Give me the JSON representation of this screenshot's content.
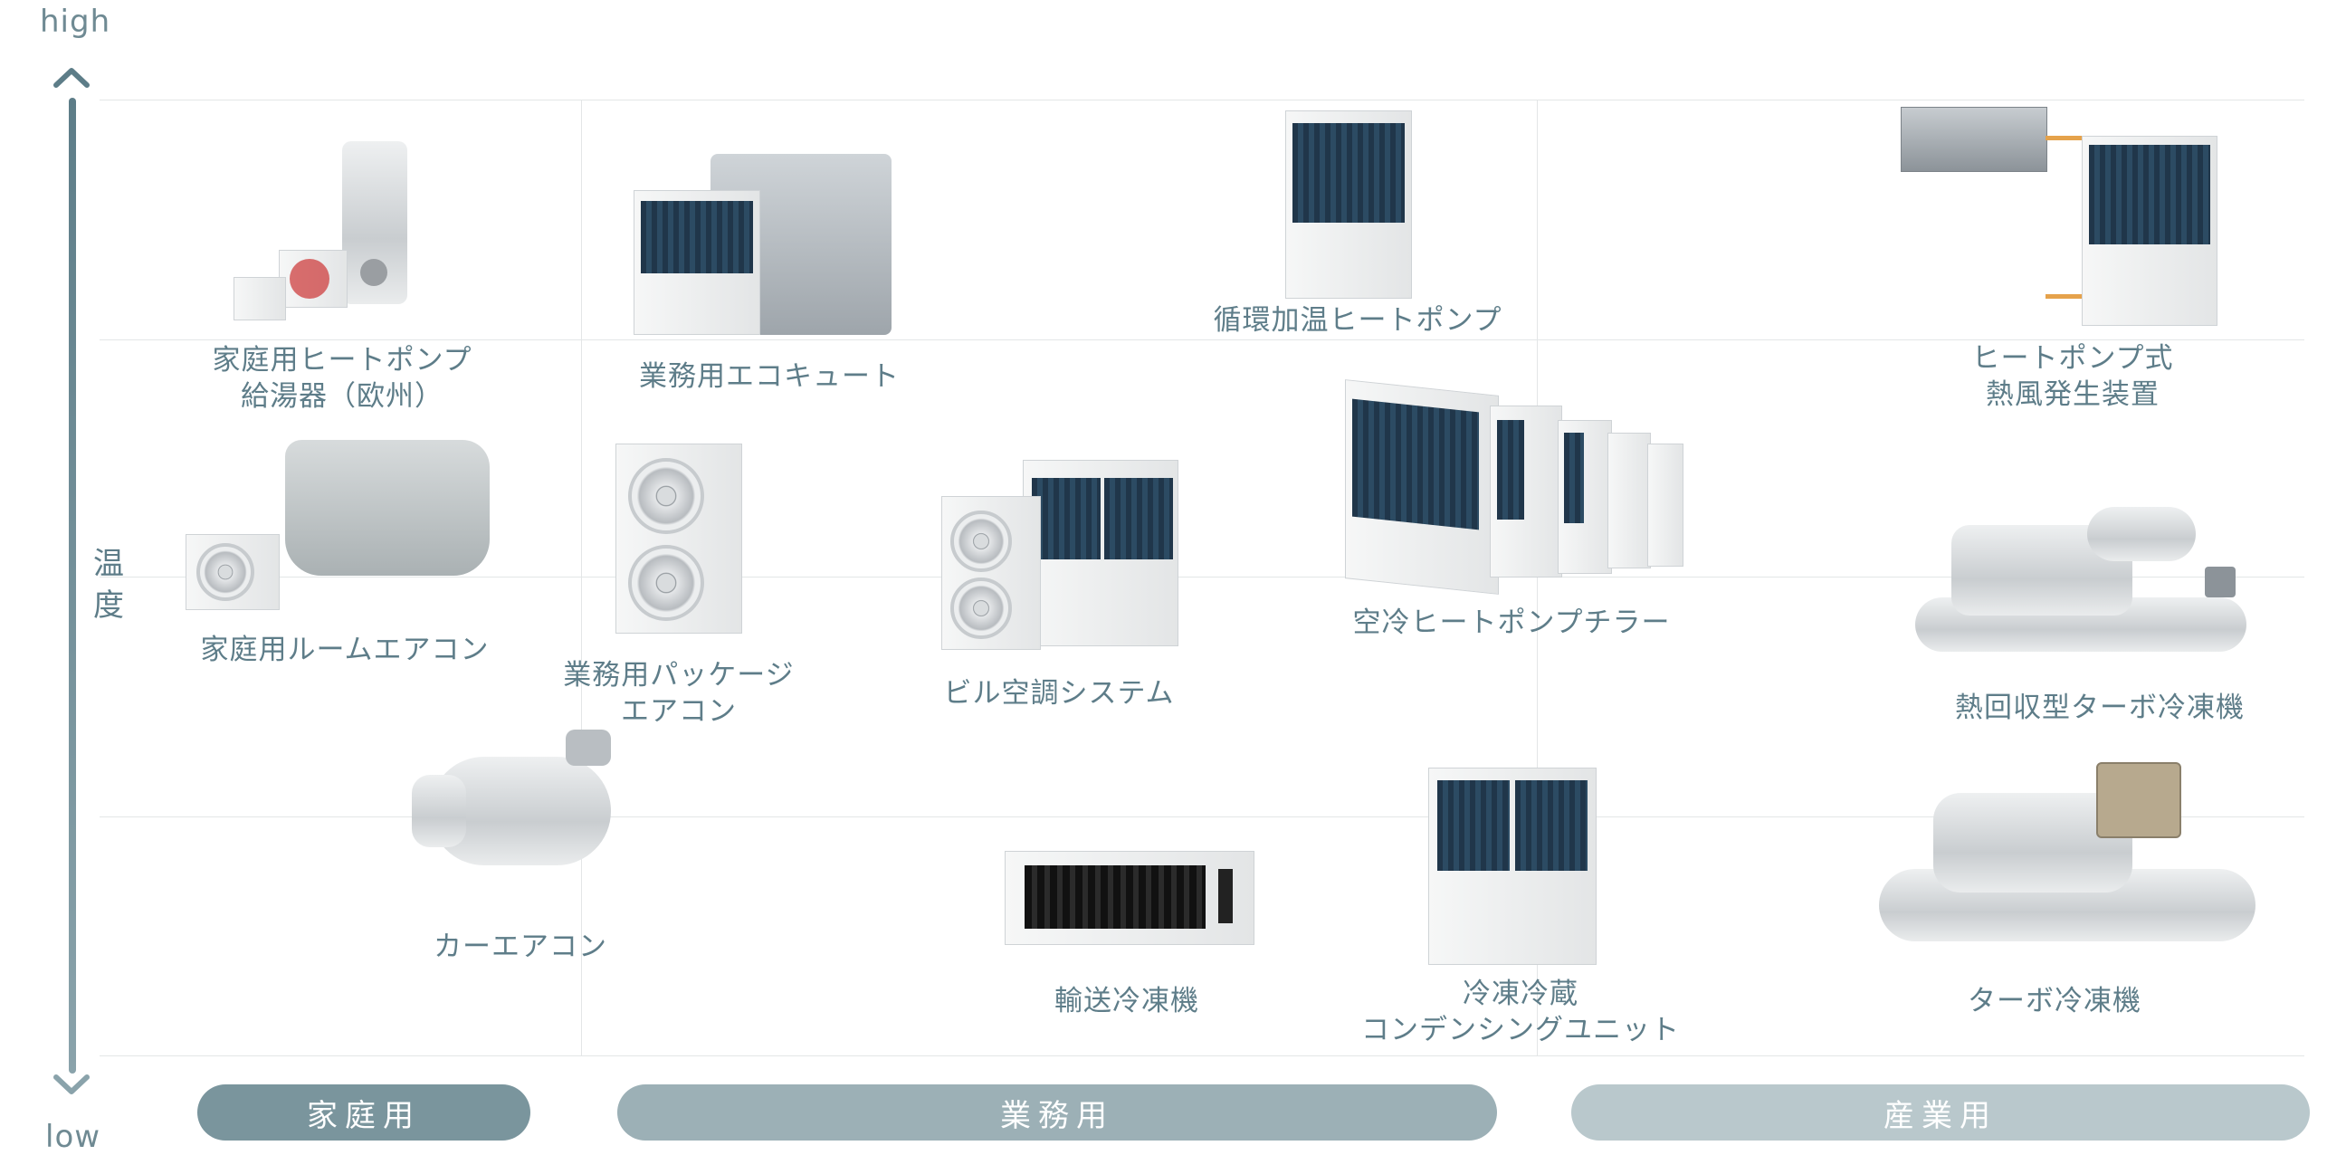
{
  "axis": {
    "high_label": "high",
    "low_label": "low",
    "temperature_label": "温\n度"
  },
  "items": {
    "home_heat_pump": "家庭用ヒートポンプ\n給湯器（欧州）",
    "business_ecocute": "業務用エコキュート",
    "circulation_heat_pump": "循環加温ヒートポンプ",
    "hot_air_generator": "ヒートポンプ式\n熱風発生装置",
    "home_room_aircon": "家庭用ルームエアコン",
    "business_package_aircon": "業務用パッケージ\nエアコン",
    "building_aircon": "ビル空調システム",
    "air_cooled_chiller": "空冷ヒートポンプチラー",
    "heat_recovery_turbo": "熱回収型ターボ冷凍機",
    "car_aircon": "カーエアコン",
    "transport_refrigeration": "輸送冷凍機",
    "condensing_unit": "冷凍冷蔵\nコンデンシングユニット",
    "turbo_refrigerator": "ターボ冷凍機"
  },
  "categories": {
    "home": "家庭用",
    "business": "業務用",
    "industrial": "産業用"
  },
  "colors": {
    "home": "#7a959d",
    "business": "#9cb0b6",
    "industrial": "#b9c8cc",
    "axis": "#5d7d88"
  }
}
